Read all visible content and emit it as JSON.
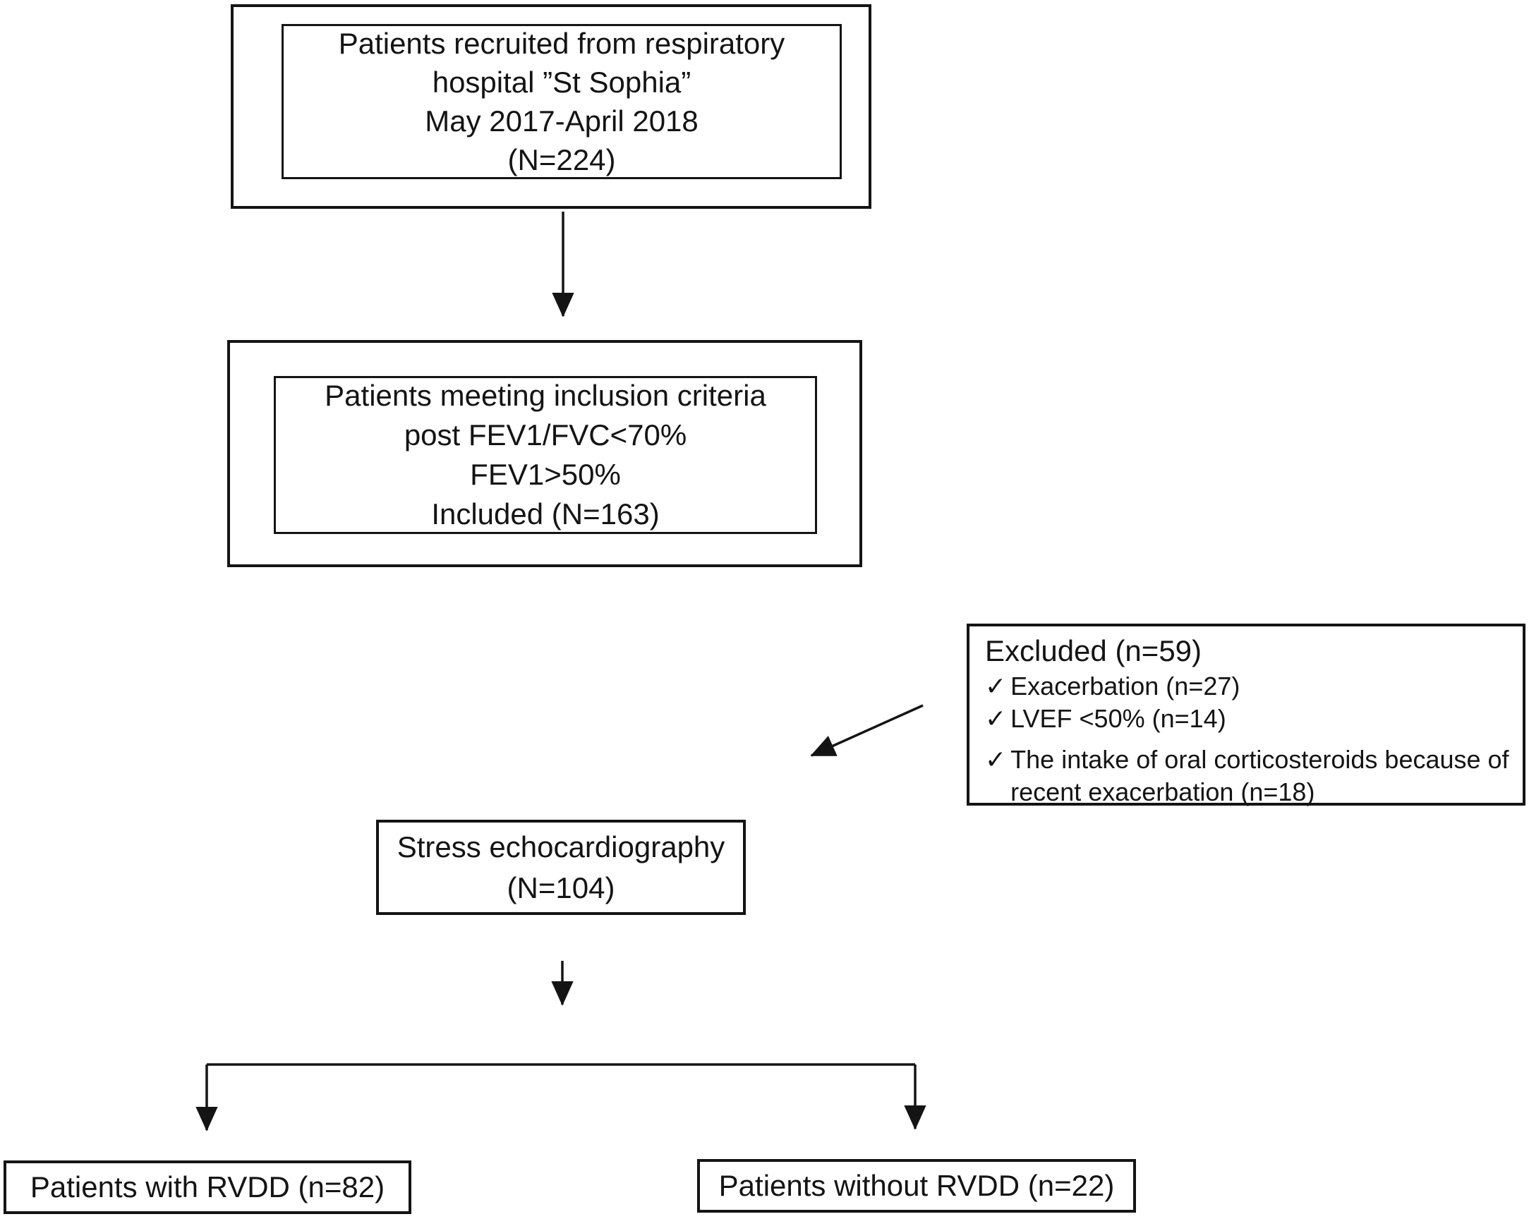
{
  "figure": {
    "type": "flow-diagram",
    "colors": {
      "line": "#141414",
      "background": "#ffffff",
      "text": "#141414"
    },
    "box_recruited": {
      "lines": [
        "Patients recruited from respiratory",
        "hospital ”St Sophia”",
        "May 2017-April 2018",
        "(N=224)"
      ]
    },
    "box_inclusion": {
      "lines": [
        "Patients meeting inclusion criteria",
        "post FEV1/FVC<70%",
        "FEV1>50%",
        "Included (N=163)"
      ]
    },
    "box_excluded": {
      "title": "Excluded (n=59)",
      "checkmark": "✓",
      "items": [
        {
          "lines": [
            "Exacerbation (n=27)"
          ]
        },
        {
          "lines": [
            "LVEF <50% (n=14)"
          ]
        },
        {
          "lines": [
            "The intake of oral corticosteroids because of",
            "recent exacerbation (n=18)"
          ]
        }
      ]
    },
    "box_stress": {
      "lines": [
        "Stress echocardiography",
        "(N=104)"
      ]
    },
    "box_rvdd": {
      "label": "Patients with RVDD (n=82)"
    },
    "box_no_rvdd": {
      "label": "Patients without RVDD (n=22)"
    }
  }
}
